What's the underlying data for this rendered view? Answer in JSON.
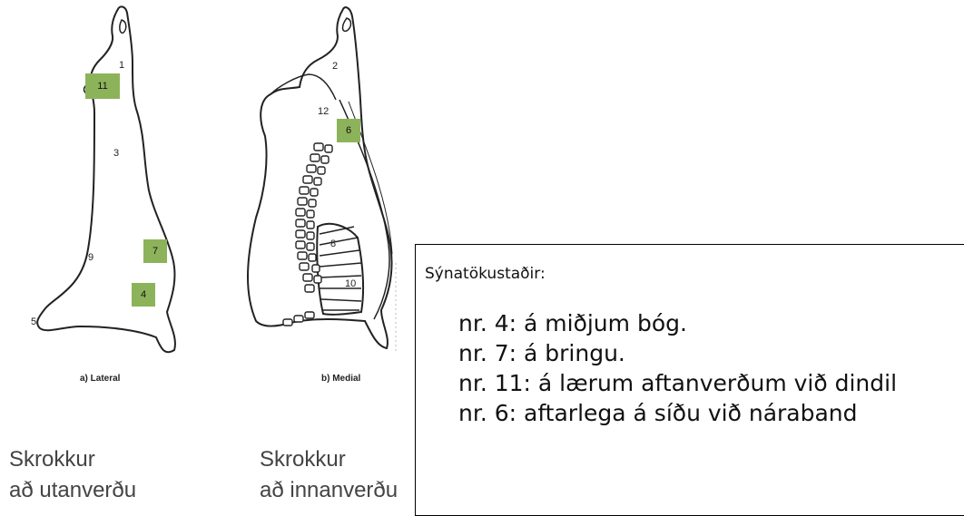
{
  "left_diagram": {
    "region_numbers": [
      "1",
      "3",
      "9",
      "5"
    ],
    "sample_tags": [
      "11",
      "7",
      "4"
    ],
    "caption": "a) Lateral"
  },
  "right_diagram": {
    "region_numbers": [
      "2",
      "12",
      "8",
      "10"
    ],
    "sample_tags": [
      "6"
    ],
    "caption": "b) Medial"
  },
  "bottom_labels": {
    "left": [
      "Skrokkur",
      "að utanverðu"
    ],
    "right": [
      "Skrokkur",
      "að innanverðu"
    ]
  },
  "info_box": {
    "title": "Sýnatökustaðir:",
    "lines": [
      "nr. 4: á miðjum bóg.",
      "nr. 7: á bringu.",
      "nr. 11: á lærum aftanverðum við dindil",
      "nr. 6: aftarlega á síðu við náraband"
    ]
  },
  "colors": {
    "tag_green": "#8db35a",
    "outline": "#222222"
  }
}
